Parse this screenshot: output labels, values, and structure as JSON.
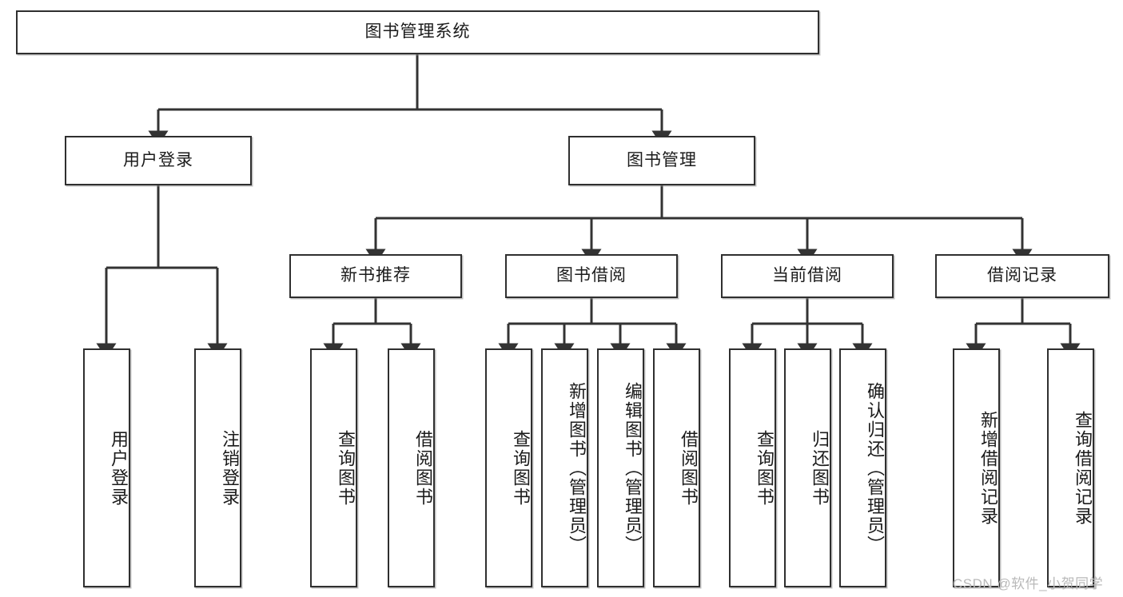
{
  "diagram": {
    "title": "图书管理系统",
    "type": "tree",
    "watermark": "CSDN @软件_小贺同学",
    "colors": {
      "box_border": "#2f2f2f",
      "box_fill": "#ffffff",
      "edge": "#333333",
      "text": "#1b1b1b",
      "watermark": "#b9b9b9"
    },
    "levels": {
      "root": {
        "label": "图书管理系统"
      },
      "level2": [
        {
          "label": "用户登录"
        },
        {
          "label": "图书管理"
        }
      ],
      "level3": [
        {
          "label": "新书推荐"
        },
        {
          "label": "图书借阅"
        },
        {
          "label": "当前借阅"
        },
        {
          "label": "借阅记录"
        }
      ],
      "leaves": [
        {
          "label": "用户登录",
          "parent": "用户登录"
        },
        {
          "label": "注销登录",
          "parent": "用户登录"
        },
        {
          "label": "查询图书",
          "parent": "新书推荐"
        },
        {
          "label": "借阅图书",
          "parent": "新书推荐"
        },
        {
          "label": "查询图书",
          "parent": "图书借阅"
        },
        {
          "label": "新增图书（管理员）",
          "parent": "图书借阅"
        },
        {
          "label": "编辑图书（管理员）",
          "parent": "图书借阅"
        },
        {
          "label": "借阅图书",
          "parent": "图书借阅"
        },
        {
          "label": "查询图书",
          "parent": "当前借阅"
        },
        {
          "label": "归还图书",
          "parent": "当前借阅"
        },
        {
          "label": "确认归还（管理员）",
          "parent": "当前借阅"
        },
        {
          "label": "新增借阅记录",
          "parent": "借阅记录"
        },
        {
          "label": "查询借阅记录",
          "parent": "借阅记录"
        }
      ]
    }
  }
}
